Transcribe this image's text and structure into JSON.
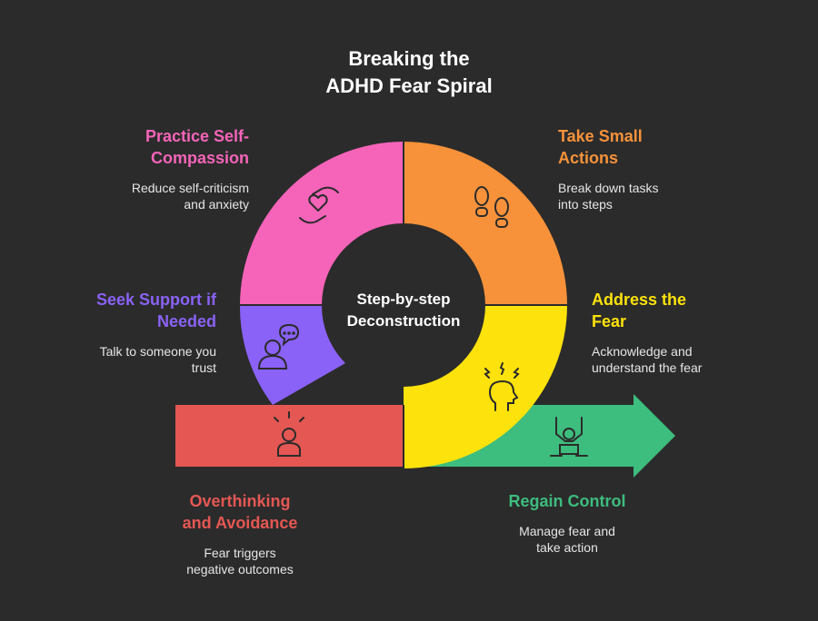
{
  "title": {
    "line1": "Breaking the",
    "line2": "ADHD Fear Spiral"
  },
  "center": {
    "line1": "Step-by-step",
    "line2": "Deconstruction"
  },
  "steps": {
    "compassion": {
      "title1": "Practice Self-",
      "title2": "Compassion",
      "desc1": "Reduce self-criticism",
      "desc2": "and anxiety",
      "color": "#f564b9",
      "icon": "heart-hands-icon"
    },
    "actions": {
      "title1": "Take Small",
      "title2": "Actions",
      "desc1": "Break down tasks",
      "desc2": "into steps",
      "color": "#f7923a",
      "icon": "footprints-icon"
    },
    "support": {
      "title1": "Seek Support if",
      "title2": "Needed",
      "desc1": "Talk to someone you",
      "desc2": "trust",
      "color": "#8a62f7",
      "icon": "person-chat-icon"
    },
    "fear": {
      "title1": "Address the",
      "title2": "Fear",
      "desc1": "Acknowledge and",
      "desc2": "understand the fear",
      "color": "#fde20c",
      "icon": "stressed-head-icon"
    },
    "overthinking": {
      "title1": "Overthinking",
      "title2": "and Avoidance",
      "desc1": "Fear triggers",
      "desc2": "negative outcomes",
      "color": "#e55753",
      "icon": "stressed-person-icon"
    },
    "control": {
      "title1": "Regain Control",
      "title2": "",
      "desc1": "Manage fear and",
      "desc2": "take action",
      "color": "#3dbd7e",
      "icon": "puppet-freed-icon"
    }
  }
}
